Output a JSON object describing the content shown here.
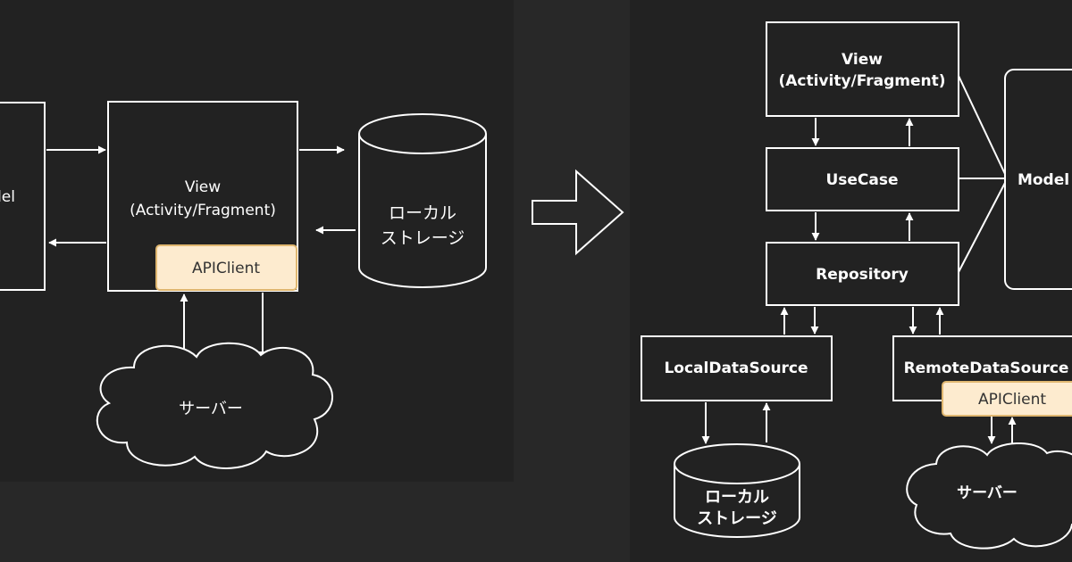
{
  "colors": {
    "background": "#282828",
    "panel": "#222222",
    "line": "#ffffff",
    "highlight_fill": "#fdebcf",
    "highlight_stroke": "#e0b770",
    "highlight_text": "#333333"
  },
  "before": {
    "model_label_fragment": "del",
    "view": {
      "line1": "View",
      "line2": "(Activity/Fragment)"
    },
    "api_client": "APIClient",
    "local_storage": {
      "line1": "ローカル",
      "line2": "ストレージ"
    },
    "server": "サーバー"
  },
  "after": {
    "view": {
      "line1": "View",
      "line2": "(Activity/Fragment)"
    },
    "usecase": "UseCase",
    "repository": "Repository",
    "model": "Model",
    "local_data_source": "LocalDataSource",
    "remote_data_source": "RemoteDataSource",
    "api_client": "APIClient",
    "local_storage": {
      "line1": "ローカル",
      "line2": "ストレージ"
    },
    "server": "サーバー"
  },
  "transition_arrow_icon": "hollow-right-arrow-icon"
}
